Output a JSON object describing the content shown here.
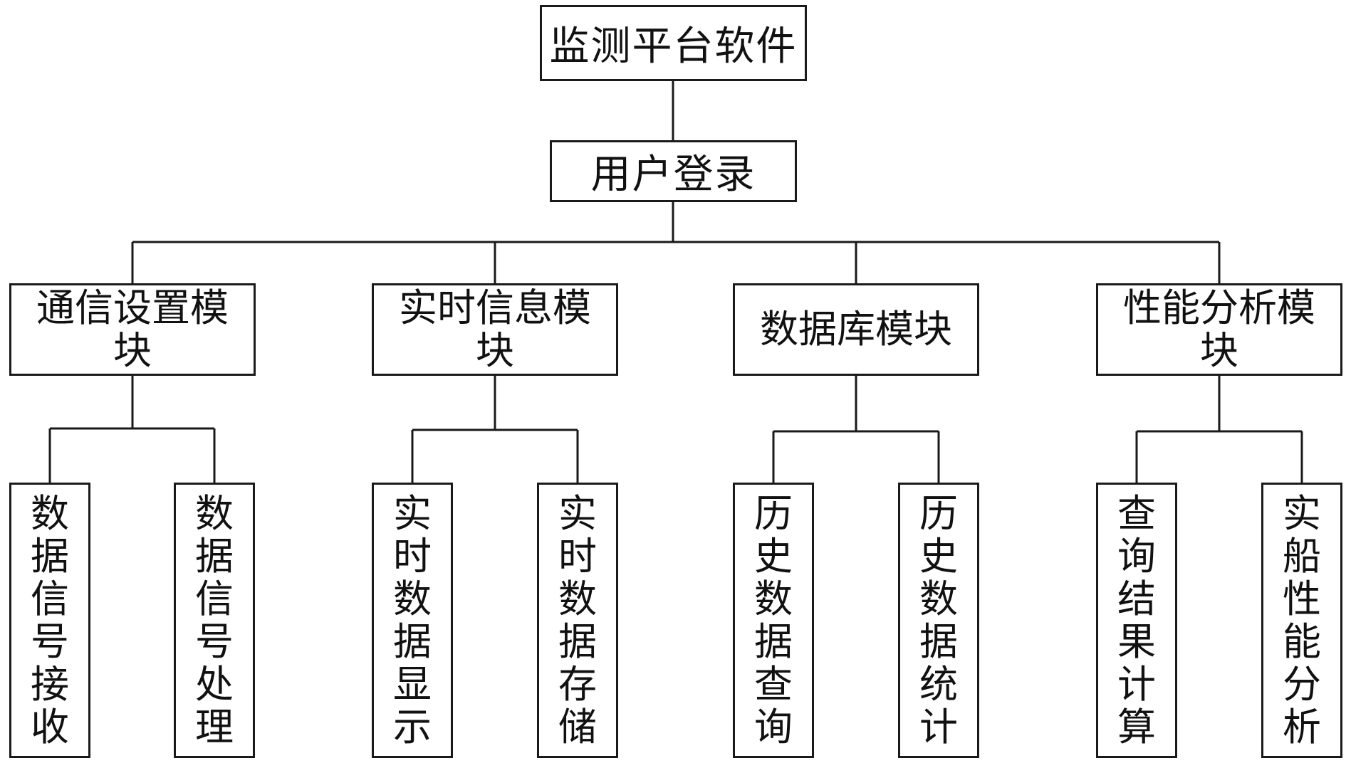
{
  "root": {
    "label": "监测平台软件"
  },
  "login": {
    "label": "用户登录"
  },
  "modules": [
    {
      "label": "通信设置模块",
      "children": [
        "数据信号接收",
        "数据信号处理"
      ]
    },
    {
      "label": "实时信息模块",
      "children": [
        "实时数据显示",
        "实时数据存储"
      ]
    },
    {
      "label": "数据库模块",
      "children": [
        "历史数据查询",
        "历史数据统计"
      ]
    },
    {
      "label": "性能分析模块",
      "children": [
        "查询结果计算",
        "实船性能分析"
      ]
    }
  ]
}
